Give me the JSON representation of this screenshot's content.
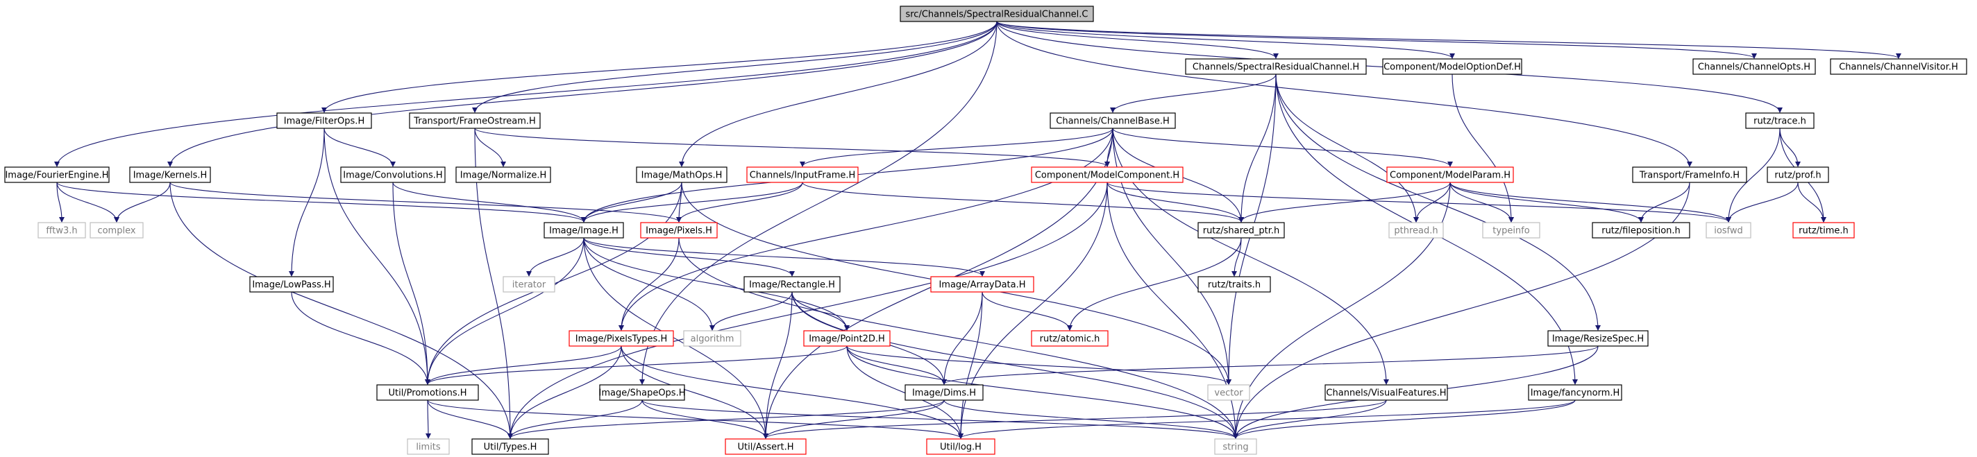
{
  "graph": {
    "nodes": [
      {
        "id": "root",
        "label": "src/Channels/SpectralResidualChannel.C",
        "style": "root"
      },
      {
        "id": "specH",
        "label": "Channels/SpectralResidualChannel.H",
        "style": "normal"
      },
      {
        "id": "modelOptDef",
        "label": "Component/ModelOptionDef.H",
        "style": "normal"
      },
      {
        "id": "chanOpts",
        "label": "Channels/ChannelOpts.H",
        "style": "normal"
      },
      {
        "id": "chanVisitor",
        "label": "Channels/ChannelVisitor.H",
        "style": "normal"
      },
      {
        "id": "filterOps",
        "label": "Image/FilterOps.H",
        "style": "normal"
      },
      {
        "id": "frameOstream",
        "label": "Transport/FrameOstream.H",
        "style": "normal"
      },
      {
        "id": "chanBase",
        "label": "Channels/ChannelBase.H",
        "style": "normal"
      },
      {
        "id": "trace",
        "label": "rutz/trace.h",
        "style": "normal"
      },
      {
        "id": "fourier",
        "label": "Image/FourierEngine.H",
        "style": "normal"
      },
      {
        "id": "kernels",
        "label": "Image/Kernels.H",
        "style": "normal"
      },
      {
        "id": "convolutions",
        "label": "Image/Convolutions.H",
        "style": "normal"
      },
      {
        "id": "normalize",
        "label": "Image/Normalize.H",
        "style": "normal"
      },
      {
        "id": "mathOps",
        "label": "Image/MathOps.H",
        "style": "normal"
      },
      {
        "id": "inputFrame",
        "label": "Channels/InputFrame.H",
        "style": "red"
      },
      {
        "id": "modelComp",
        "label": "Component/ModelComponent.H",
        "style": "red"
      },
      {
        "id": "modelParam",
        "label": "Component/ModelParam.H",
        "style": "red"
      },
      {
        "id": "frameInfo",
        "label": "Transport/FrameInfo.H",
        "style": "normal"
      },
      {
        "id": "prof",
        "label": "rutz/prof.h",
        "style": "normal"
      },
      {
        "id": "fftw3",
        "label": "fftw3.h",
        "style": "gray"
      },
      {
        "id": "complex",
        "label": "complex",
        "style": "gray"
      },
      {
        "id": "image",
        "label": "Image/Image.H",
        "style": "normal"
      },
      {
        "id": "pixels",
        "label": "Image/Pixels.H",
        "style": "red"
      },
      {
        "id": "sharedPtr",
        "label": "rutz/shared_ptr.h",
        "style": "normal"
      },
      {
        "id": "pthread",
        "label": "pthread.h",
        "style": "gray"
      },
      {
        "id": "typeinfo",
        "label": "typeinfo",
        "style": "gray"
      },
      {
        "id": "filepos",
        "label": "rutz/fileposition.h",
        "style": "normal"
      },
      {
        "id": "iosfwd",
        "label": "iosfwd",
        "style": "gray"
      },
      {
        "id": "timeh",
        "label": "rutz/time.h",
        "style": "red"
      },
      {
        "id": "lowPass",
        "label": "Image/LowPass.H",
        "style": "normal"
      },
      {
        "id": "iterator",
        "label": "iterator",
        "style": "gray"
      },
      {
        "id": "rectangle",
        "label": "Image/Rectangle.H",
        "style": "normal"
      },
      {
        "id": "arrayData",
        "label": "Image/ArrayData.H",
        "style": "red"
      },
      {
        "id": "traits",
        "label": "rutz/traits.h",
        "style": "normal"
      },
      {
        "id": "pixelsTypes",
        "label": "Image/PixelsTypes.H",
        "style": "red"
      },
      {
        "id": "algorithm",
        "label": "algorithm",
        "style": "gray"
      },
      {
        "id": "point2d",
        "label": "Image/Point2D.H",
        "style": "red"
      },
      {
        "id": "atomic",
        "label": "rutz/atomic.h",
        "style": "red"
      },
      {
        "id": "resizeSpec",
        "label": "Image/ResizeSpec.H",
        "style": "normal"
      },
      {
        "id": "promotions",
        "label": "Util/Promotions.H",
        "style": "normal"
      },
      {
        "id": "shapeOps",
        "label": "Image/ShapeOps.H",
        "style": "normal"
      },
      {
        "id": "dims",
        "label": "Image/Dims.H",
        "style": "normal"
      },
      {
        "id": "vector",
        "label": "vector",
        "style": "gray"
      },
      {
        "id": "visualFeatures",
        "label": "Channels/VisualFeatures.H",
        "style": "normal"
      },
      {
        "id": "fancynorm",
        "label": "Image/fancynorm.H",
        "style": "normal"
      },
      {
        "id": "limits",
        "label": "limits",
        "style": "gray"
      },
      {
        "id": "types",
        "label": "Util/Types.H",
        "style": "normal"
      },
      {
        "id": "assert",
        "label": "Util/Assert.H",
        "style": "red"
      },
      {
        "id": "log",
        "label": "Util/log.H",
        "style": "red"
      },
      {
        "id": "string",
        "label": "string",
        "style": "gray"
      }
    ],
    "edges": [
      [
        "root",
        "specH"
      ],
      [
        "root",
        "modelOptDef"
      ],
      [
        "root",
        "chanOpts"
      ],
      [
        "root",
        "chanVisitor"
      ],
      [
        "root",
        "filterOps"
      ],
      [
        "root",
        "frameOstream"
      ],
      [
        "root",
        "trace"
      ],
      [
        "root",
        "fourier"
      ],
      [
        "root",
        "kernels"
      ],
      [
        "root",
        "mathOps"
      ],
      [
        "root",
        "frameInfo"
      ],
      [
        "root",
        "shapeOps"
      ],
      [
        "specH",
        "chanBase"
      ],
      [
        "specH",
        "sharedPtr"
      ],
      [
        "specH",
        "pthread"
      ],
      [
        "specH",
        "vector"
      ],
      [
        "specH",
        "resizeSpec"
      ],
      [
        "specH",
        "fancynorm"
      ],
      [
        "modelOptDef",
        "typeinfo"
      ],
      [
        "filterOps",
        "convolutions"
      ],
      [
        "filterOps",
        "lowPass"
      ],
      [
        "filterOps",
        "promotions"
      ],
      [
        "frameOstream",
        "normalize"
      ],
      [
        "frameOstream",
        "modelComp"
      ],
      [
        "frameOstream",
        "types"
      ],
      [
        "chanBase",
        "inputFrame"
      ],
      [
        "chanBase",
        "modelComp"
      ],
      [
        "chanBase",
        "modelParam"
      ],
      [
        "chanBase",
        "image"
      ],
      [
        "chanBase",
        "sharedPtr"
      ],
      [
        "chanBase",
        "pixelsTypes"
      ],
      [
        "chanBase",
        "visualFeatures"
      ],
      [
        "chanBase",
        "vector"
      ],
      [
        "chanBase",
        "assert"
      ],
      [
        "trace",
        "prof"
      ],
      [
        "trace",
        "timeh"
      ],
      [
        "trace",
        "iosfwd"
      ],
      [
        "fourier",
        "fftw3"
      ],
      [
        "fourier",
        "complex"
      ],
      [
        "fourier",
        "image"
      ],
      [
        "kernels",
        "complex"
      ],
      [
        "kernels",
        "pixels"
      ],
      [
        "kernels",
        "types"
      ],
      [
        "convolutions",
        "image"
      ],
      [
        "convolutions",
        "promotions"
      ],
      [
        "mathOps",
        "image"
      ],
      [
        "mathOps",
        "pixels"
      ],
      [
        "mathOps",
        "promotions"
      ],
      [
        "mathOps",
        "vector"
      ],
      [
        "inputFrame",
        "image"
      ],
      [
        "inputFrame",
        "pixels"
      ],
      [
        "inputFrame",
        "sharedPtr"
      ],
      [
        "modelComp",
        "sharedPtr"
      ],
      [
        "modelComp",
        "string"
      ],
      [
        "modelComp",
        "log"
      ],
      [
        "modelComp",
        "iosfwd"
      ],
      [
        "modelComp",
        "types"
      ],
      [
        "modelParam",
        "sharedPtr"
      ],
      [
        "modelParam",
        "pthread"
      ],
      [
        "modelParam",
        "typeinfo"
      ],
      [
        "modelParam",
        "filepos"
      ],
      [
        "modelParam",
        "iosfwd"
      ],
      [
        "modelParam",
        "string"
      ],
      [
        "frameInfo",
        "filepos"
      ],
      [
        "frameInfo",
        "string"
      ],
      [
        "prof",
        "iosfwd"
      ],
      [
        "prof",
        "timeh"
      ],
      [
        "image",
        "iterator"
      ],
      [
        "image",
        "rectangle"
      ],
      [
        "image",
        "arrayData"
      ],
      [
        "image",
        "point2d"
      ],
      [
        "image",
        "algorithm"
      ],
      [
        "image",
        "promotions"
      ],
      [
        "image",
        "assert"
      ],
      [
        "pixels",
        "pixelsTypes"
      ],
      [
        "pixels",
        "string"
      ],
      [
        "sharedPtr",
        "traits"
      ],
      [
        "sharedPtr",
        "atomic"
      ],
      [
        "lowPass",
        "promotions"
      ],
      [
        "rectangle",
        "point2d"
      ],
      [
        "rectangle",
        "dims"
      ],
      [
        "rectangle",
        "algorithm"
      ],
      [
        "rectangle",
        "assert"
      ],
      [
        "rectangle",
        "string"
      ],
      [
        "arrayData",
        "atomic"
      ],
      [
        "arrayData",
        "dims"
      ],
      [
        "arrayData",
        "log"
      ],
      [
        "pixelsTypes",
        "promotions"
      ],
      [
        "pixelsTypes",
        "types"
      ],
      [
        "pixelsTypes",
        "assert"
      ],
      [
        "pixelsTypes",
        "log"
      ],
      [
        "point2d",
        "dims"
      ],
      [
        "point2d",
        "promotions"
      ],
      [
        "point2d",
        "vector"
      ],
      [
        "point2d",
        "log"
      ],
      [
        "point2d",
        "string"
      ],
      [
        "resizeSpec",
        "dims"
      ],
      [
        "resizeSpec",
        "string"
      ],
      [
        "promotions",
        "limits"
      ],
      [
        "promotions",
        "types"
      ],
      [
        "promotions",
        "log"
      ],
      [
        "shapeOps",
        "types"
      ],
      [
        "shapeOps",
        "assert"
      ],
      [
        "shapeOps",
        "string"
      ],
      [
        "dims",
        "types"
      ],
      [
        "dims",
        "assert"
      ],
      [
        "dims",
        "string"
      ],
      [
        "visualFeatures",
        "assert"
      ],
      [
        "visualFeatures",
        "string"
      ],
      [
        "fancynorm",
        "log"
      ],
      [
        "fancynorm",
        "string"
      ]
    ]
  },
  "colors": {
    "edge": "#191970",
    "box_border": "#000000",
    "box_fill": "#ffffff",
    "root_fill": "#bfbfbf",
    "red_border": "#ff0000",
    "gray_border": "#bfbfbf",
    "gray_text": "#7f7f7f"
  }
}
